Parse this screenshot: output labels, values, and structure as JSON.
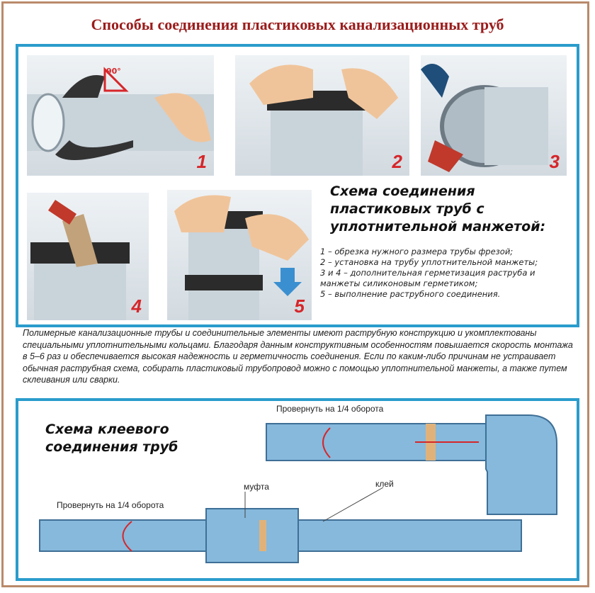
{
  "title": "Способы соединения пластиковых канализационных труб",
  "photos": [
    {
      "number": "1",
      "angle_label": "90°"
    },
    {
      "number": "2"
    },
    {
      "number": "3"
    },
    {
      "number": "4"
    },
    {
      "number": "5"
    }
  ],
  "cuff_scheme": {
    "heading": [
      "Схема соединения",
      "пластиковых труб с",
      "уплотнительной манжетой:"
    ],
    "steps": [
      "1 – обрезка нужного размера трубы фрезой;",
      "2 – установка на трубу уплотнительной манжеты;",
      "3 и 4 – дополнительная герметизация раструба и манжеты силиконовым герметиком;",
      "5 – выполнение раструбного соединения."
    ]
  },
  "paragraph": "Полимерные канализационные трубы и соединительные элементы имеют раструбную конструкцию и укомплектованы специальными уплотнительными кольцами. Благодаря данным конструктивным особенностям повышается скорость монтажа в 5–6 раз и обеспечивается высокая надежность и герметичность соединения. Если по каким-либо причинам не устраивает обычная раструбная схема, собирать пластиковый трубопровод можно с помощью уплотнительной манжеты, а также путем склеивания или сварки.",
  "glue_scheme": {
    "heading": [
      "Схема клеевого",
      "соединения труб"
    ],
    "rotate_top": "Провернуть на 1/4 оборота",
    "rotate_bottom": "Провернуть на 1/4 оборота",
    "coupling_label": "муфта",
    "glue_label": "клей"
  },
  "colors": {
    "title": "#9b1c1c",
    "panel_border": "#2a9ccc",
    "number": "#d6262a",
    "pipe": "#86b9dc"
  }
}
